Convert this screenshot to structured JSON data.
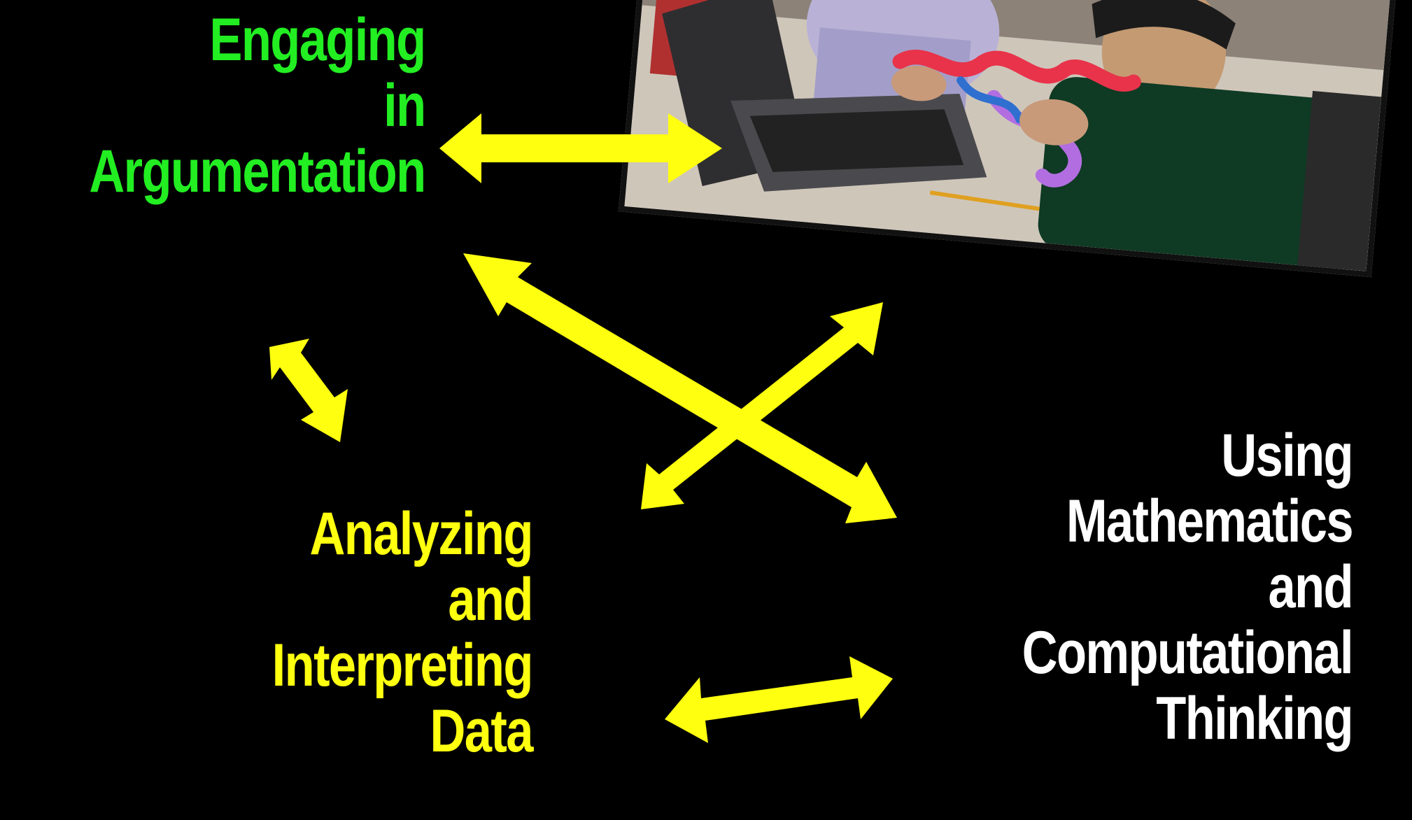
{
  "nodes": {
    "argumentation": {
      "lines": [
        "Engaging",
        "in",
        "Argumentation"
      ],
      "color": "#22ee22"
    },
    "analyzing": {
      "lines": [
        "Analyzing",
        "and",
        "Interpreting",
        "Data"
      ],
      "color": "#ffff10"
    },
    "math": {
      "lines": [
        "Using",
        "Mathematics",
        "and",
        "Computational",
        "Thinking"
      ],
      "color": "#ffffff"
    }
  },
  "photo": {
    "description_icon": "students-with-laptop-photo"
  },
  "arrow_color": "#ffff10"
}
